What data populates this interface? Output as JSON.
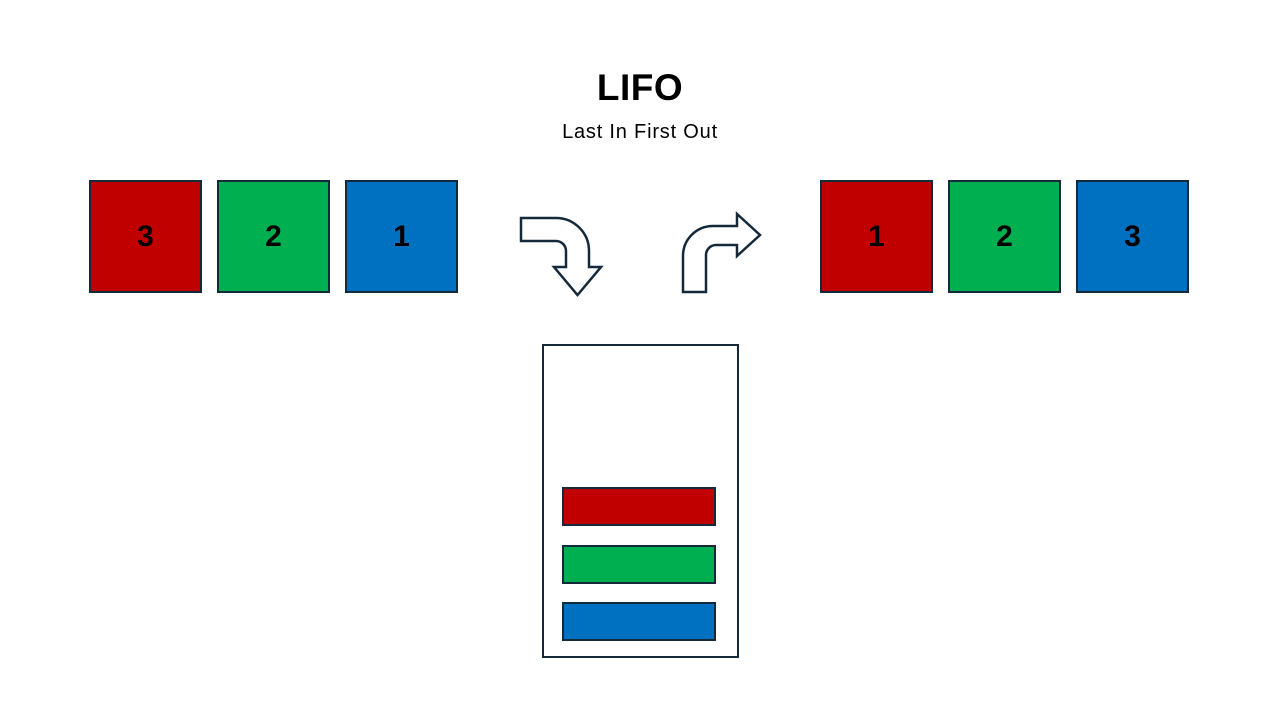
{
  "title": {
    "text": "LIFO",
    "subtitle": "Last In First Out"
  },
  "colors": {
    "red": "#c00000",
    "green": "#00b050",
    "blue": "#0070c0",
    "outline": "#142a3b",
    "label": "#000000",
    "background": "#ffffff"
  },
  "input_row": {
    "items": [
      {
        "label": "3",
        "color": "red"
      },
      {
        "label": "2",
        "color": "green"
      },
      {
        "label": "1",
        "color": "blue"
      }
    ]
  },
  "output_row": {
    "items": [
      {
        "label": "1",
        "color": "red"
      },
      {
        "label": "2",
        "color": "green"
      },
      {
        "label": "3",
        "color": "blue"
      }
    ]
  },
  "stack": {
    "bars": [
      {
        "color": "red"
      },
      {
        "color": "green"
      },
      {
        "color": "blue"
      }
    ]
  },
  "icons": {
    "push_arrow": "curved-down-arrow",
    "pop_arrow": "curved-right-arrow"
  }
}
